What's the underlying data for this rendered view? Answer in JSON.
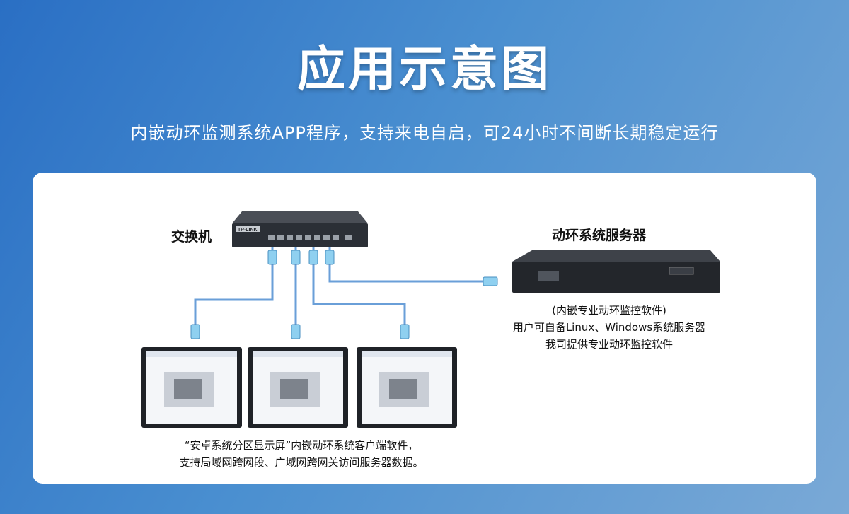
{
  "header": {
    "title": "应用示意图",
    "subtitle": "内嵌动环监测系统APP程序，支持来电自启，可24小时不间断长期稳定运行"
  },
  "diagram": {
    "switch_label": "交换机",
    "switch_brand": "TP-LINK",
    "server_label": "动环系统服务器",
    "server_desc": [
      "(内嵌专业动环监控软件)",
      "用户可自备Linux、Windows系统服务器",
      "我司提供专业动环监控软件"
    ],
    "terminal_desc": [
      "“安卓系统分区显示屏”内嵌动环系统客户端软件，",
      "支持局域网跨网段、广域网跨网关访问服务器数据。"
    ],
    "display_count": 3
  },
  "colors": {
    "cable": "#6a9fd8",
    "connector": "#8fd0f0",
    "device": "#2b2f36"
  }
}
